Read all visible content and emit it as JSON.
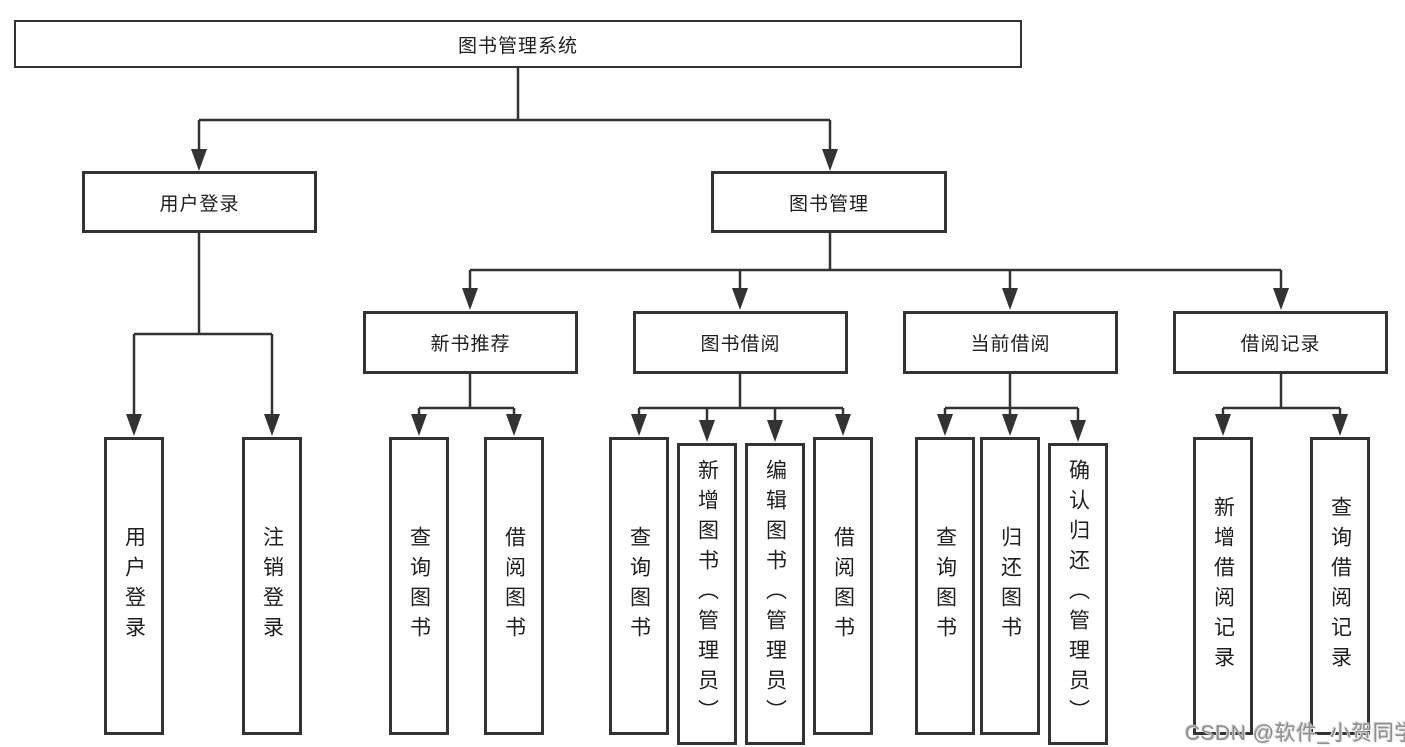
{
  "colors": {
    "background": "#ffffff",
    "line": "#333333",
    "box_border": "#333333",
    "text": "#1f1f1f",
    "watermark": "#8f8f8f"
  },
  "nodes": {
    "root": "图书管理系统",
    "user_login": "用户登录",
    "book_management": "图书管理",
    "new_book_recommend": "新书推荐",
    "book_borrow": "图书借阅",
    "current_borrow": "当前借阅",
    "borrow_record": "借阅记录",
    "leaf_user_login": "用户登录",
    "leaf_logout": "注销登录",
    "leaf_recommend_query_book": "查询图书",
    "leaf_recommend_borrow_book": "借阅图书",
    "leaf_borrow_query_book": "查询图书",
    "leaf_borrow_add_book_admin": "新增图书（管理员）",
    "leaf_borrow_edit_book_admin": "编辑图书（管理员）",
    "leaf_borrow_borrow_book": "借阅图书",
    "leaf_current_query_book": "查询图书",
    "leaf_current_return_book": "归还图书",
    "leaf_current_confirm_return_admin": "确认归还（管理员）",
    "leaf_record_add_record": "新增借阅记录",
    "leaf_record_query_record": "查询借阅记录"
  },
  "watermark": {
    "text": "CSDN @软件_小贺同学"
  }
}
